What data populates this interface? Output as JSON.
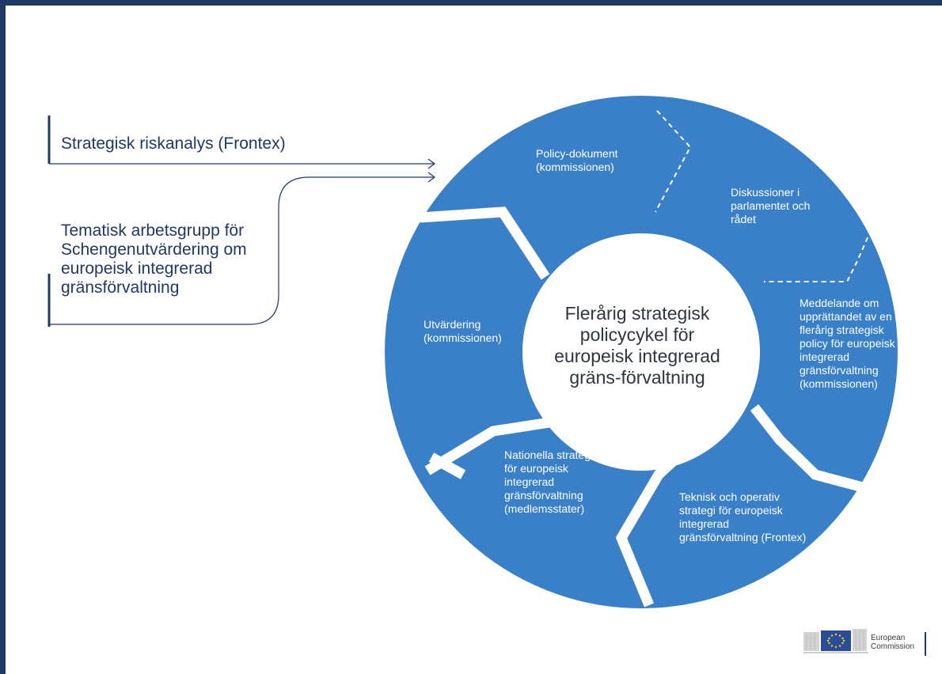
{
  "diagram": {
    "center_title": "Flerårig strategisk policycykel för europeisk integrerad gräns-förvaltning",
    "inputs": [
      "Strategisk riskanalys (Frontex)",
      "Tematisk arbetsgrupp för Schengenutvärdering om europeisk integrerad gränsförvaltning"
    ],
    "stages": [
      "Policy-dokument (kommissionen)",
      "Diskussioner i parlamentet och rådet",
      "Meddelande om upprättandet av en flerårig strategisk policy för europeisk integrerad gränsförvaltning (kommissionen)",
      "Teknisk och operativ strategi för europeisk integrerad gränsförvaltning (Frontex)",
      "Nationella strategier för europeisk integrerad gränsförvaltning (medlemsstater)",
      "Utvärdering (kommissionen)"
    ],
    "colors": {
      "segment": "#3a80c9",
      "segment_dark": "#2f75bf",
      "text_dark": "#1f3864"
    }
  },
  "logo": {
    "line1": "European",
    "line2": "Commission"
  }
}
